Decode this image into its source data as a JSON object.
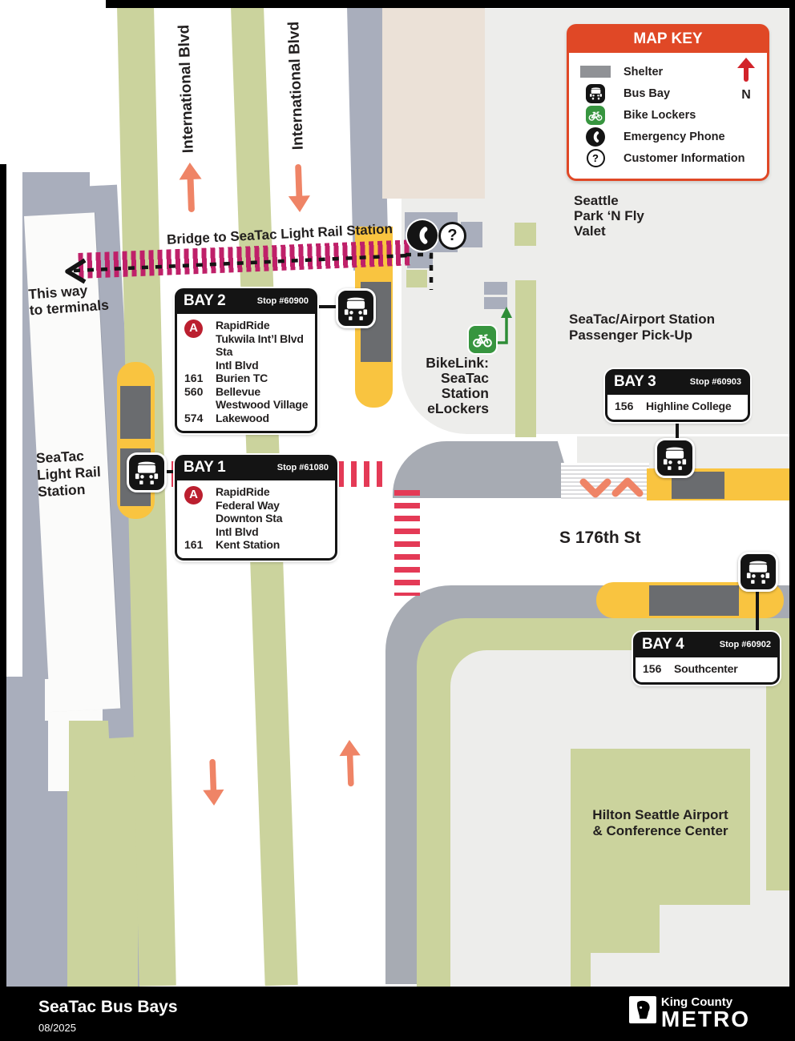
{
  "footer": {
    "title": "SeaTac Bus Bays",
    "date": "08/2025",
    "brand_top": "King County",
    "brand_bottom": "METRO"
  },
  "key": {
    "title": "MAP KEY",
    "north": "N",
    "items": [
      "Shelter",
      "Bus Bay",
      "Bike Lockers",
      "Emergency Phone",
      "Customer Information"
    ]
  },
  "labels": {
    "intl_blvd": "International Blvd",
    "bridge": "Bridge to SeaTac Light Rail Station",
    "terminals_1": "This way",
    "terminals_2": "to terminals",
    "lightrail_1": "SeaTac",
    "lightrail_2": "Light Rail",
    "lightrail_3": "Station",
    "parkfly_1": "Seattle",
    "parkfly_2": "Park ‘N Fly",
    "parkfly_3": "Valet",
    "pickup_1": "SeaTac/Airport Station",
    "pickup_2": "Passenger Pick-Up",
    "bikelink_1": "BikeLink: SeaTac",
    "bikelink_2": "Station",
    "bikelink_3": "eLockers",
    "street": "S 176th St",
    "hilton_1": "Hilton Seattle Airport",
    "hilton_2": "& Conference Center",
    "info_mark": "?"
  },
  "bays": [
    {
      "name": "BAY 2",
      "stop": "Stop #60900",
      "routes": [
        {
          "badge": "A",
          "lines": [
            "RapidRide",
            "Tukwila Int’l Blvd Sta",
            "Intl Blvd"
          ]
        },
        {
          "badge": "161",
          "lines": [
            "Burien TC"
          ]
        },
        {
          "badge": "560",
          "lines": [
            "Bellevue",
            "Westwood Village"
          ]
        },
        {
          "badge": "574",
          "lines": [
            "Lakewood"
          ]
        }
      ]
    },
    {
      "name": "BAY 1",
      "stop": "Stop #61080",
      "routes": [
        {
          "badge": "A",
          "lines": [
            "RapidRide",
            "Federal Way Downton Sta",
            "Intl Blvd"
          ]
        },
        {
          "badge": "161",
          "lines": [
            "Kent Station"
          ]
        }
      ]
    },
    {
      "name": "BAY 3",
      "stop": "Stop #60903",
      "routes": [
        {
          "badge": "156",
          "lines": [
            "Highline College"
          ]
        }
      ]
    },
    {
      "name": "BAY 4",
      "stop": "Stop #60902",
      "routes": [
        {
          "badge": "156",
          "lines": [
            "Southcenter"
          ]
        }
      ]
    }
  ],
  "colors": {
    "key_red": "#e04826",
    "north_red": "#d2232a",
    "rapidride_red": "#bb1f2f",
    "olive_green": "#cbd39d",
    "building_gray": "#a9aebc",
    "shelter_gray": "#6a6c6f",
    "plaza_gray": "#ededeb",
    "curb_yellow": "#f9c440",
    "arrow_salmon": "#ef8466",
    "crosswalk_red": "#e43a56",
    "bridge_magenta": "#bf2069",
    "bike_green": "#37953f"
  }
}
